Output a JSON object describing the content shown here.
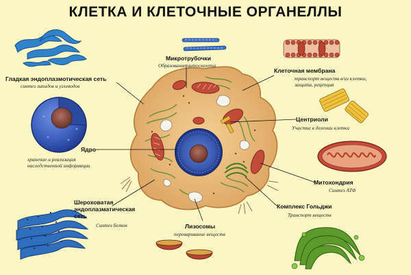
{
  "title": "КЛЕТКА И КЛЕТОЧНЫЕ ОРГАНЕЛЛЫ",
  "colors": {
    "background": "#fbf6c4",
    "cytoplasm": "#e9b97a",
    "nucleus": "#3f5fb5",
    "nucleolus": "#8a4a3a",
    "mitochondria": "#c74a3a",
    "er": "#3b86c6",
    "golgi": "#4f8f2a"
  },
  "labels": {
    "microtubules": {
      "name": "Микротрубочки",
      "desc": "Образование цитоскелета"
    },
    "membrane": {
      "name": "Клеточная мембрана",
      "desc": [
        "транспорт веществ в/из клетки,",
        "защита, рецепция"
      ]
    },
    "smooth_er": {
      "name": "Гладкая эндоплазмотическая сеть",
      "desc": "синтез липидов и углеводов"
    },
    "centrioles": {
      "name": "Центриоли",
      "desc": "Участие в делении клетки"
    },
    "nucleus": {
      "name": "Ядро",
      "desc": [
        "хранение и реализация",
        "наследственной информации"
      ]
    },
    "mitochondria": {
      "name": "Митохондрия",
      "desc": "Синтез АТФ"
    },
    "rough_er": {
      "name": [
        "Шероховатая",
        "эндоплазматическая",
        "сеть"
      ],
      "desc": "Синтез белков"
    },
    "golgi": {
      "name": "Комплекс Гольджи",
      "desc": "Транспорт веществ"
    },
    "lysosomes": {
      "name": "Лизосомы",
      "desc": "переваривание веществ"
    }
  }
}
